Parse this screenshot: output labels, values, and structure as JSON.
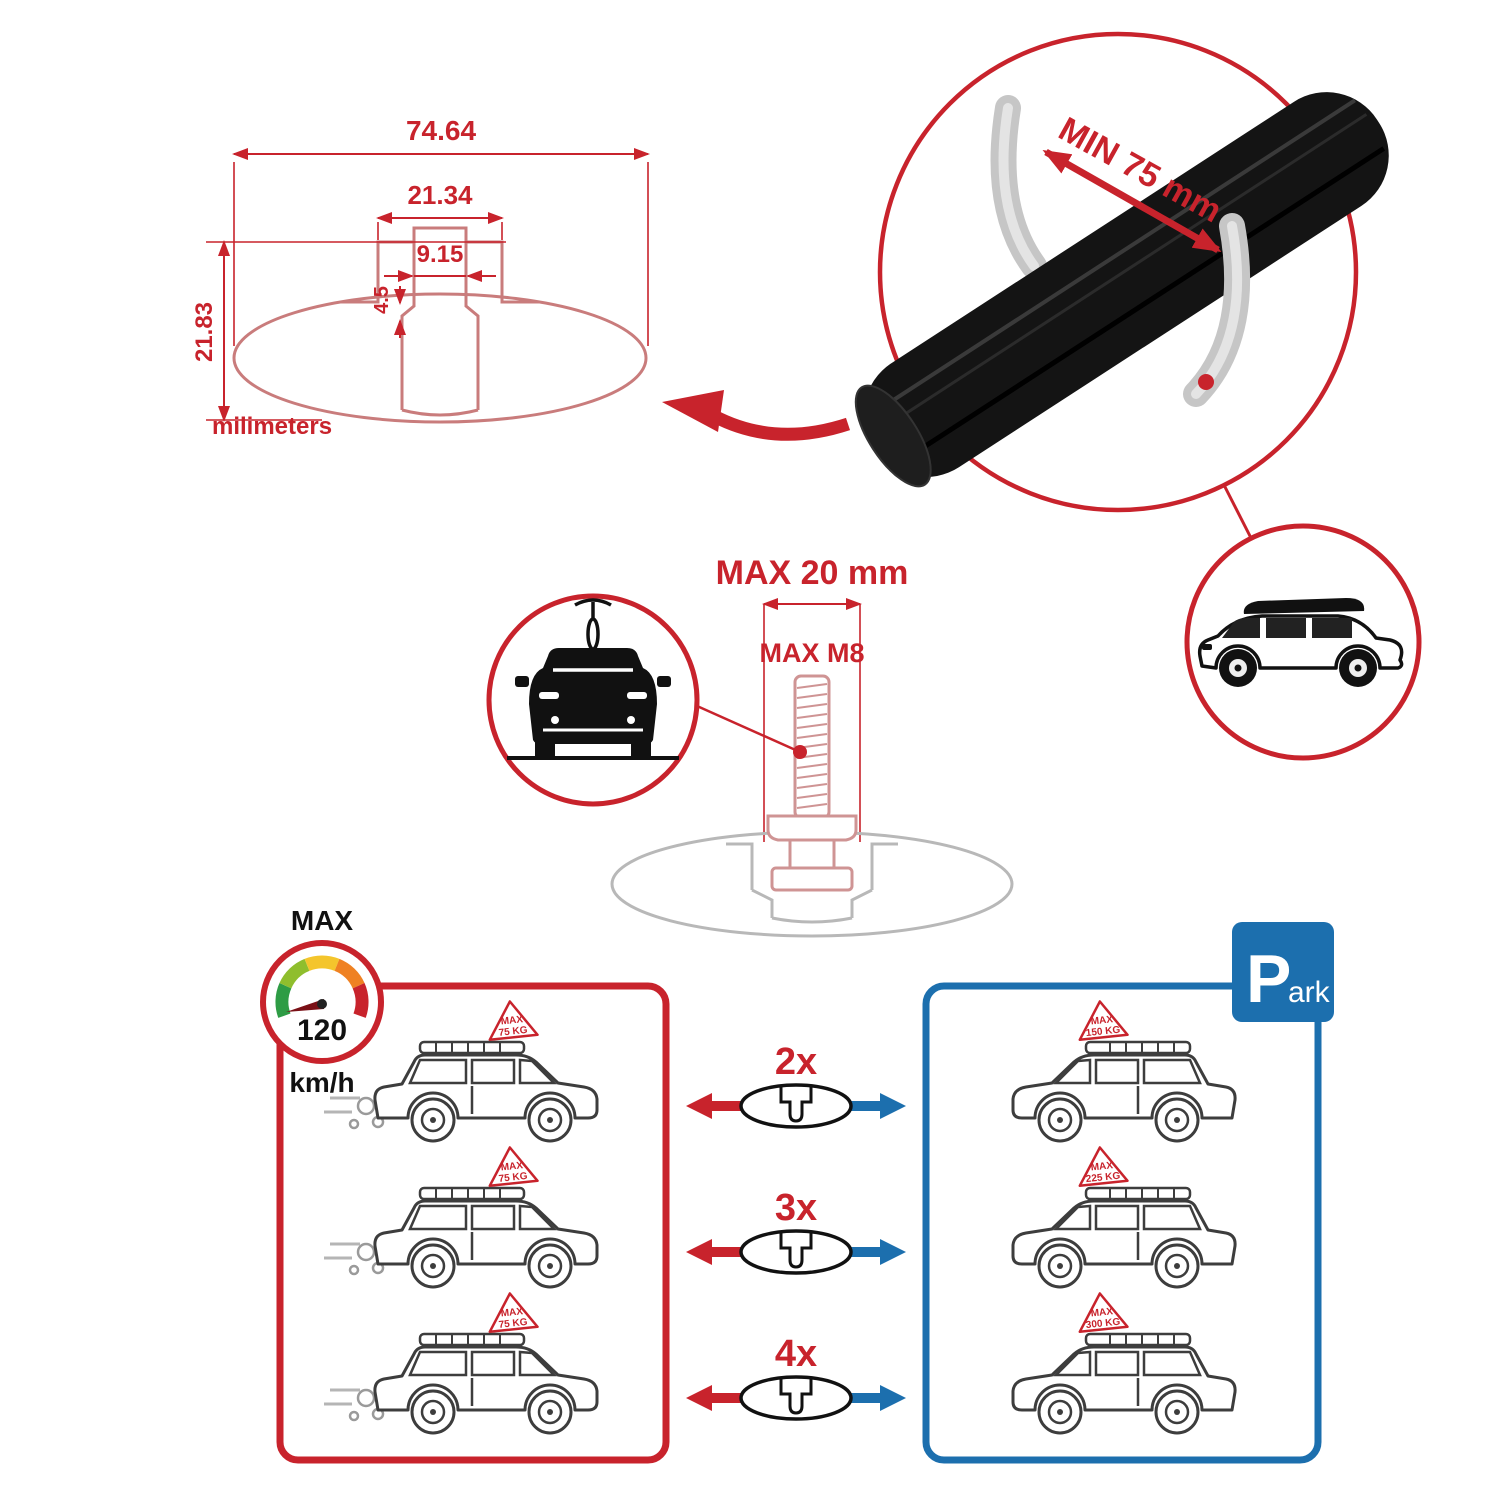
{
  "colors": {
    "red": "#c8232c",
    "blue": "#1c6fae",
    "gray": "#b8b8b8",
    "dark": "#111111"
  },
  "profile_drawing": {
    "total_width": "74.64",
    "channel_width": "21.34",
    "slot_width": "9.15",
    "lip_depth": "4.5",
    "total_height": "21.83",
    "units": "milimeters"
  },
  "bar_detail": {
    "min_span": "MIN 75 mm"
  },
  "bolt_detail": {
    "max_length": "MAX 20 mm",
    "max_thread": "MAX M8"
  },
  "speed_panel": {
    "max_label": "MAX",
    "speed": "120",
    "unit": "km/h",
    "cars": [
      {
        "tag_line1": "MAX",
        "tag_line2": "75 KG"
      },
      {
        "tag_line1": "MAX",
        "tag_line2": "75 KG"
      },
      {
        "tag_line1": "MAX",
        "tag_line2": "75 KG"
      }
    ]
  },
  "multipliers": [
    {
      "label": "2x"
    },
    {
      "label": "3x"
    },
    {
      "label": "4x"
    }
  ],
  "park_panel": {
    "sign_p": "P",
    "sign_rest": "ark",
    "cars": [
      {
        "tag_line1": "MAX",
        "tag_line2": "150 KG"
      },
      {
        "tag_line1": "MAX",
        "tag_line2": "225 KG"
      },
      {
        "tag_line1": "MAX",
        "tag_line2": "300 KG"
      }
    ]
  }
}
